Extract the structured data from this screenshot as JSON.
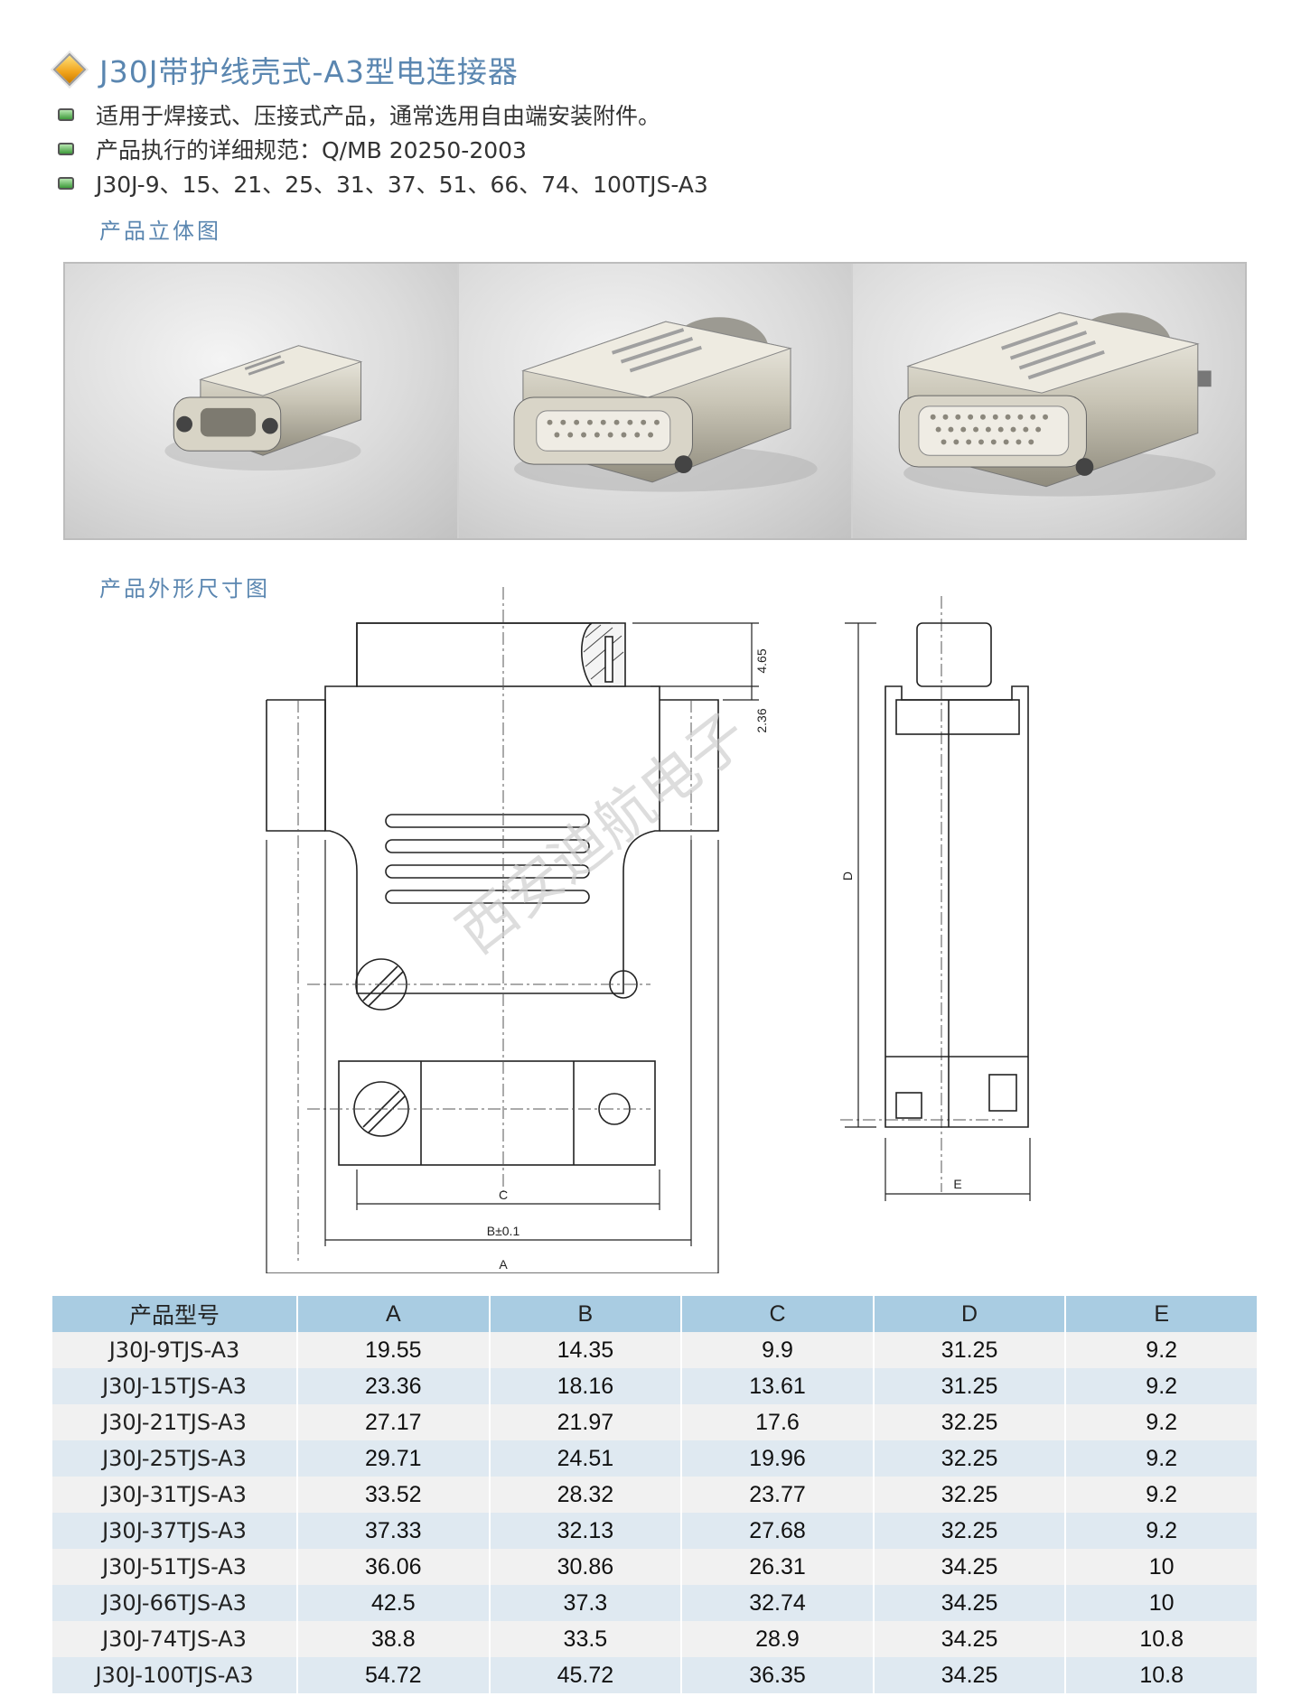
{
  "title": "J30J带护线壳式-A3型电连接器",
  "bullets": [
    "适用于焊接式、压接式产品，通常选用自由端安装附件。",
    "产品执行的详细规范：Q/MB 20250-2003",
    "J30J-9、15、21、25、31、37、51、66、74、100TJS-A3"
  ],
  "section_photos": "产品立体图",
  "section_drawing": "产品外形尺寸图",
  "drawing": {
    "dim_top1": "4.65",
    "dim_top2": "2.36",
    "dim_c": "C",
    "dim_b": "B±0.1",
    "dim_a": "A",
    "dim_d": "D",
    "dim_e": "E",
    "watermark": "西安迪航电子"
  },
  "table": {
    "headers": [
      "产品型号",
      "A",
      "B",
      "C",
      "D",
      "E"
    ],
    "rows": [
      [
        "J30J-9TJS-A3",
        "19.55",
        "14.35",
        "9.9",
        "31.25",
        "9.2"
      ],
      [
        "J30J-15TJS-A3",
        "23.36",
        "18.16",
        "13.61",
        "31.25",
        "9.2"
      ],
      [
        "J30J-21TJS-A3",
        "27.17",
        "21.97",
        "17.6",
        "32.25",
        "9.2"
      ],
      [
        "J30J-25TJS-A3",
        "29.71",
        "24.51",
        "19.96",
        "32.25",
        "9.2"
      ],
      [
        "J30J-31TJS-A3",
        "33.52",
        "28.32",
        "23.77",
        "32.25",
        "9.2"
      ],
      [
        "J30J-37TJS-A3",
        "37.33",
        "32.13",
        "27.68",
        "32.25",
        "9.2"
      ],
      [
        "J30J-51TJS-A3",
        "36.06",
        "30.86",
        "26.31",
        "34.25",
        "10"
      ],
      [
        "J30J-66TJS-A3",
        "42.5",
        "37.3",
        "32.74",
        "34.25",
        "10"
      ],
      [
        "J30J-74TJS-A3",
        "38.8",
        "33.5",
        "28.9",
        "34.25",
        "10.8"
      ],
      [
        "J30J-100TJS-A3",
        "54.72",
        "45.72",
        "36.35",
        "34.25",
        "10.8"
      ]
    ]
  }
}
